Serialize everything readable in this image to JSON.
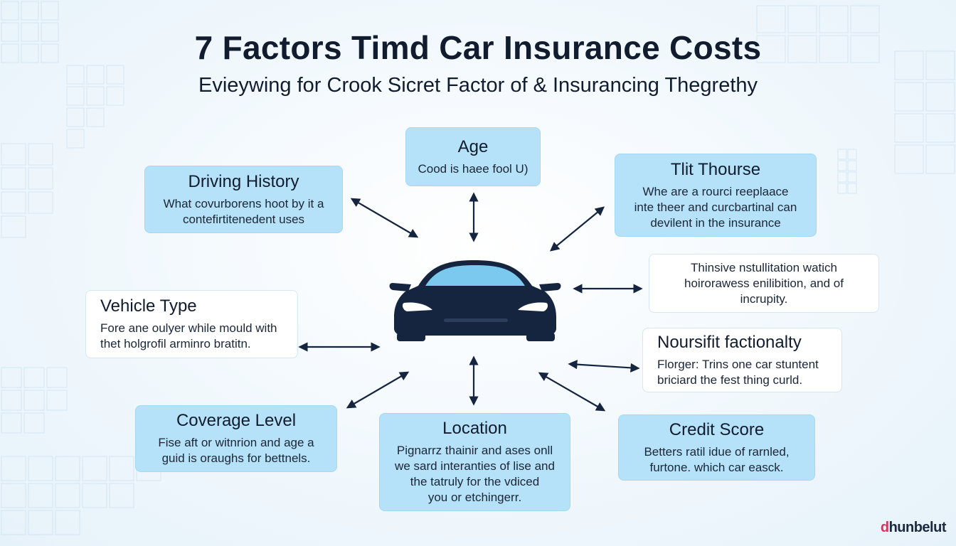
{
  "title": "7 Factors Timd Car Insurance Costs",
  "subtitle": "Evieywing for Crook Sicret Factor of & Insurancing Thegrethy",
  "factors": {
    "age": {
      "title": "Age",
      "desc": [
        "Cood is haee fool U)"
      ]
    },
    "driving_history": {
      "title": "Driving History",
      "desc": [
        "What covurborens hoot by it a",
        "contefirtitenedent uses"
      ]
    },
    "tlit_thourse": {
      "title": "Tlit Thourse",
      "desc": [
        "Whe are a rourci reeplaace",
        "inte theer and curcbartinal can",
        "devilent in the insurance"
      ]
    },
    "thinsive": {
      "title": "",
      "desc": [
        "Thinsive nstullitation watich",
        "hoirorawess enilibition, and of incrupity."
      ]
    },
    "vehicle_type": {
      "title": "Vehicle Type",
      "desc": [
        "Fore ane oulyer while mould with",
        "thet holgrofil arminro bratitn."
      ]
    },
    "noursifit": {
      "title": "Noursifit factionalty",
      "desc": [
        "Florger: Trins one car stuntent",
        "briciard the fest thing curld."
      ]
    },
    "coverage_level": {
      "title": "Coverage Level",
      "desc": [
        "Fise aft or witnrion and age a",
        "guid is oraughs for bettnels."
      ]
    },
    "location": {
      "title": "Location",
      "desc": [
        "Pignarrz thainir and ases onll",
        "we sard interanties of lise and",
        "the tatruly for the vdiced",
        "you or etchingerr."
      ]
    },
    "credit_score": {
      "title": "Credit Score",
      "desc": [
        "Betters ratil idue of rarnled,",
        "furtone. which car easck."
      ]
    }
  },
  "logo": {
    "mark": "d",
    "text": "hunbelut"
  },
  "colors": {
    "card_blue": "#b5e2f8",
    "card_white": "#ffffff",
    "car_body": "#16253f",
    "windshield": "#7cc9f0",
    "arrow": "#16253f"
  }
}
